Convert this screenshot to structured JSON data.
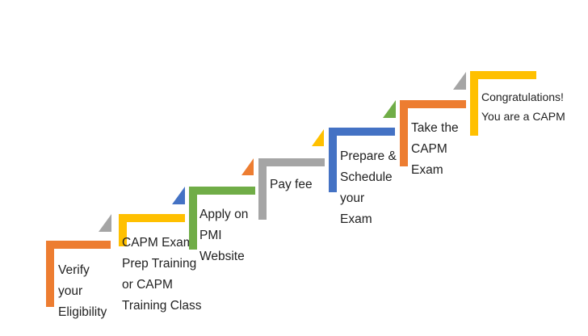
{
  "steps": [
    {
      "lines": [
        "Verify",
        "your",
        "Eligibility"
      ],
      "color": "#ED7D31",
      "triangle_color": null
    },
    {
      "lines": [
        "CAPM Exam",
        "Prep Training",
        "or CAPM",
        "Training Class"
      ],
      "color": "#FFC000",
      "triangle_color": "#A5A5A5"
    },
    {
      "lines": [
        "Apply on",
        "PMI",
        "Website"
      ],
      "color": "#70AD47",
      "triangle_color": "#4472C4"
    },
    {
      "lines": [
        "Pay fee"
      ],
      "color": "#A5A5A5",
      "triangle_color": "#ED7D31"
    },
    {
      "lines": [
        "Prepare &",
        "Schedule",
        "your",
        "Exam"
      ],
      "color": "#4472C4",
      "triangle_color": "#FFC000"
    },
    {
      "lines": [
        "Take the",
        "CAPM",
        "Exam"
      ],
      "color": "#ED7D31",
      "triangle_color": "#70AD47"
    },
    {
      "lines": [
        "Congratulations!",
        "You are a CAPM"
      ],
      "color": "#FFC000",
      "triangle_color": "#A5A5A5"
    }
  ]
}
